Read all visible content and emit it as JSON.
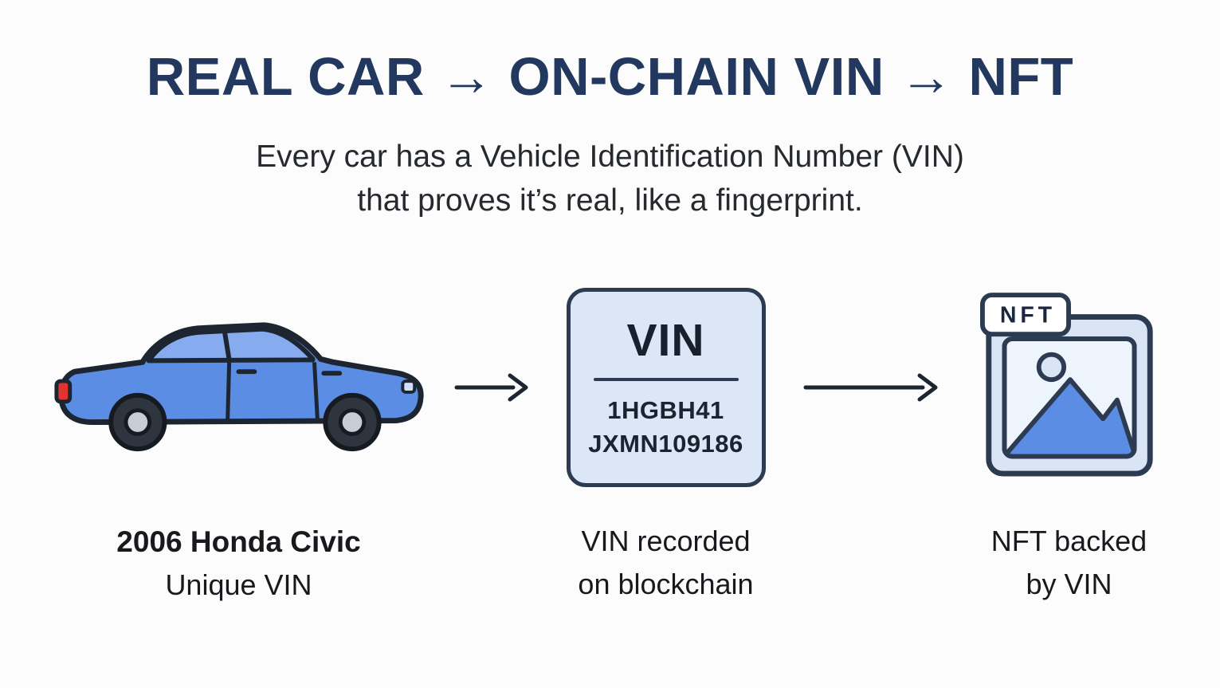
{
  "header": {
    "title": "REAL CAR → ON-CHAIN VIN → NFT",
    "subtitle_line1": "Every car has a Vehicle Identification Number (VIN)",
    "subtitle_line2": "that proves it’s real, like a fingerprint."
  },
  "flow": {
    "car": {
      "icon": "car-icon",
      "caption_line1": "2006 Honda Civic",
      "caption_line2": "Unique VIN"
    },
    "vin_card": {
      "heading": "VIN",
      "vin_line1": "1HGBH41",
      "vin_line2": "JXMN109186",
      "caption_line1": "VIN recorded",
      "caption_line2": "on blockchain"
    },
    "nft_card": {
      "badge_label": "NFT",
      "icon": "picture-icon",
      "caption_line1": "NFT backed",
      "caption_line2": "by VIN"
    },
    "arrows": [
      "arrow-right-icon",
      "arrow-right-icon"
    ]
  },
  "colors": {
    "title_navy": "#22385f",
    "body_text": "#26292e",
    "outline_dark": "#2c3b52",
    "car_body_blue": "#5b8de4",
    "car_window_blue": "#86abee",
    "card_fill_light_blue": "#dbe7f6",
    "taillight_red": "#e23333",
    "background": "#fcfcfc"
  }
}
